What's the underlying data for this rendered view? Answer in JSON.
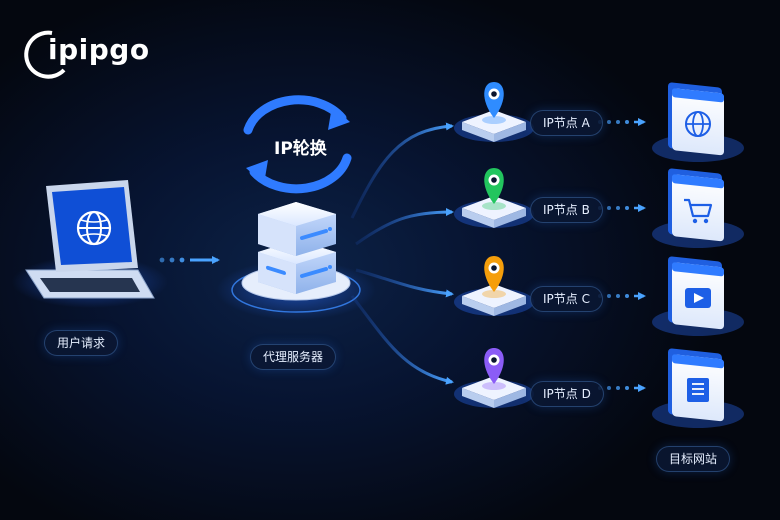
{
  "logo": {
    "text": "ipipgo"
  },
  "source": {
    "label": "用户请求",
    "icon": "globe-icon"
  },
  "proxy": {
    "label": "代理服务器",
    "rotation_label": "IP轮换",
    "icon": "server-icon"
  },
  "nodes": [
    {
      "label": "IP节点 A",
      "pin_color": "#2f8cff"
    },
    {
      "label": "IP节点 B",
      "pin_color": "#22c55e"
    },
    {
      "label": "IP节点 C",
      "pin_color": "#f59e0b"
    },
    {
      "label": "IP节点 D",
      "pin_color": "#8b5cf6"
    }
  ],
  "targets_label": "目标网站",
  "targets": [
    {
      "icon": "globe-icon"
    },
    {
      "icon": "shopping-cart-icon"
    },
    {
      "icon": "play-video-icon"
    },
    {
      "icon": "document-icon"
    }
  ],
  "colors": {
    "accent": "#3b8bff",
    "glow": "#1e6bff",
    "background": "#04070f"
  }
}
